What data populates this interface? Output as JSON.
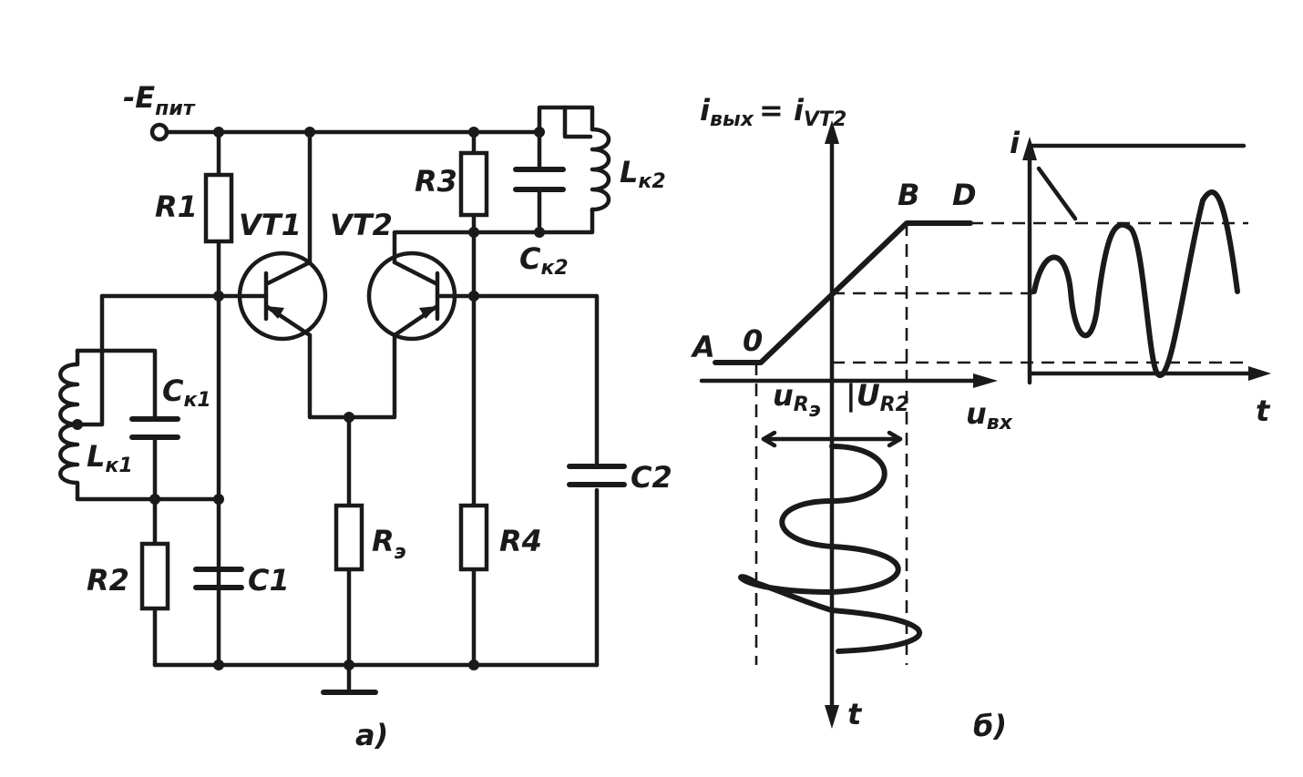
{
  "circuit": {
    "supply": "-E",
    "supply_sub": "пит",
    "r1": "R1",
    "r2": "R2",
    "r3": "R3",
    "r4": "R4",
    "re": "R",
    "re_sub": "э",
    "c1": "C1",
    "c2": "C2",
    "ck1": "C",
    "ck1_sub": "к1",
    "ck2": "C",
    "ck2_sub": "к2",
    "lk1": "L",
    "lk1_sub": "к1",
    "lk2": "L",
    "lk2_sub": "к2",
    "vt1": "VT1",
    "vt2": "VT2",
    "caption": "а)"
  },
  "graph": {
    "y_label": "i",
    "y_label_sub": "вых",
    "y_label_eq": "= i",
    "y_label_eq_sub": "VT2",
    "x_label": "u",
    "x_label_sub": "вх",
    "point_a": "A",
    "point_o": "0",
    "point_b": "B",
    "point_d": "D",
    "ure": "u",
    "ure_sub": "R",
    "ure_sub2": "э",
    "ur2": "|U",
    "ur2_sub": "R2",
    "t_down": "t",
    "i_axis": "i",
    "t_axis": "t",
    "caption": "б)"
  }
}
